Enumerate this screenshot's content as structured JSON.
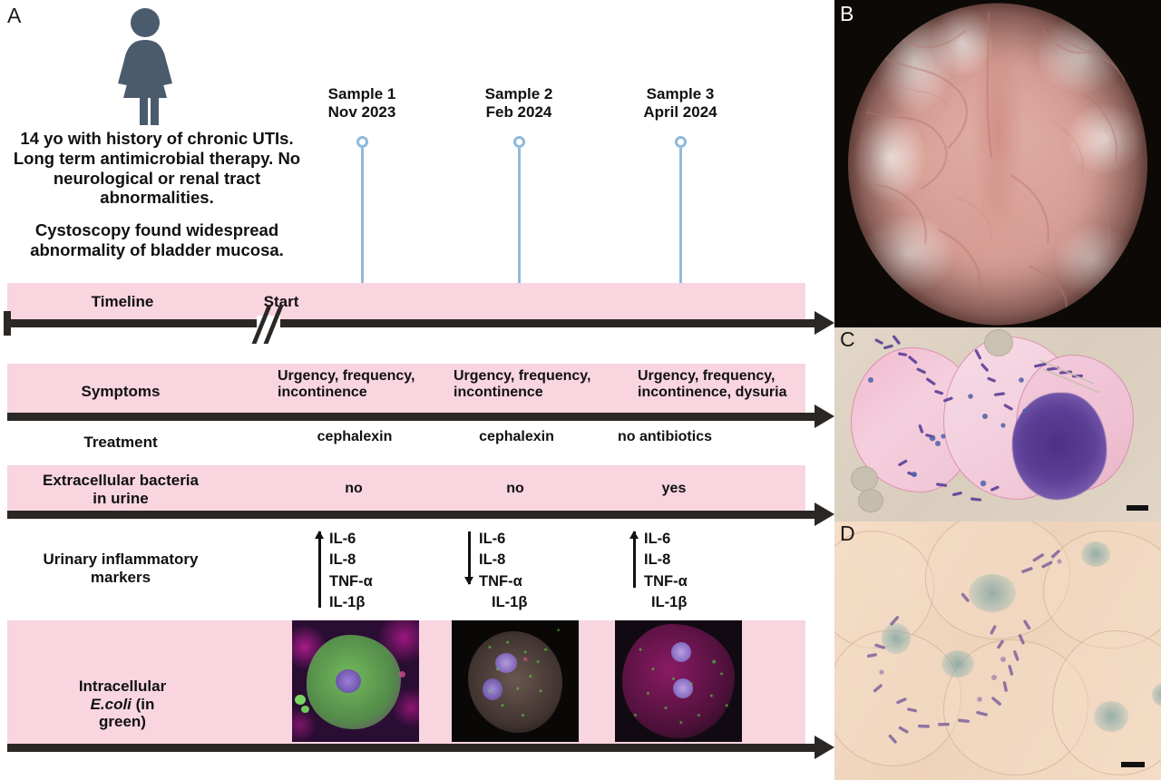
{
  "panels": {
    "a_letter": "A",
    "b_letter": "B",
    "c_letter": "C",
    "d_letter": "D"
  },
  "case": {
    "history": "14 yo with history of chronic UTIs. Long term antimicrobial therapy. No neurological or renal tract abnormalities.",
    "cystoscopy": "Cystoscopy found widespread abnormality of bladder mucosa."
  },
  "samples": [
    {
      "name": "Sample 1",
      "date": "Nov 2023"
    },
    {
      "name": "Sample 2",
      "date": "Feb 2024"
    },
    {
      "name": "Sample 3",
      "date": "April 2024"
    }
  ],
  "timeline": {
    "label": "Timeline",
    "start_label": "Start"
  },
  "rows": [
    {
      "label": "Symptoms",
      "values": [
        "Urgency, frequency, incontinence",
        "Urgency, frequency, incontinence",
        "Urgency, frequency, incontinence, dysuria"
      ]
    },
    {
      "label": "Treatment",
      "values": [
        "cephalexin",
        "cephalexin",
        "no antibiotics"
      ]
    },
    {
      "label": "Extracellular bacteria in urine",
      "values": [
        "no",
        "no",
        "yes"
      ]
    },
    {
      "label": "Urinary inflammatory markers",
      "markers": [
        "IL-6",
        "IL-8",
        "TNF-α",
        "IL-1β"
      ],
      "trends": [
        {
          "direction": "up",
          "spans": "IL-6 through IL-1β"
        },
        {
          "direction": "down",
          "spans": "IL-6 through TNF-α"
        },
        {
          "direction": "up",
          "spans": "TNF-α through IL-6"
        }
      ]
    },
    {
      "label_line1": "Intracellular",
      "label_line2": "E.coli",
      "label_line3": "(in green)",
      "images": [
        "fluorescence-micrograph-sample-1",
        "fluorescence-micrograph-sample-2",
        "fluorescence-micrograph-sample-3"
      ]
    }
  ],
  "images": {
    "panel_b": "cystoscopy-bladder-mucosa",
    "panel_c": "urine-cytology-gram-stain",
    "panel_d": "bladder-biopsy-histology"
  },
  "colors": {
    "band_pink": "#F9D5E0",
    "axis_dark": "#2b2724",
    "marker_blue": "#8FBADC",
    "person_slate": "#4A5B6E"
  }
}
